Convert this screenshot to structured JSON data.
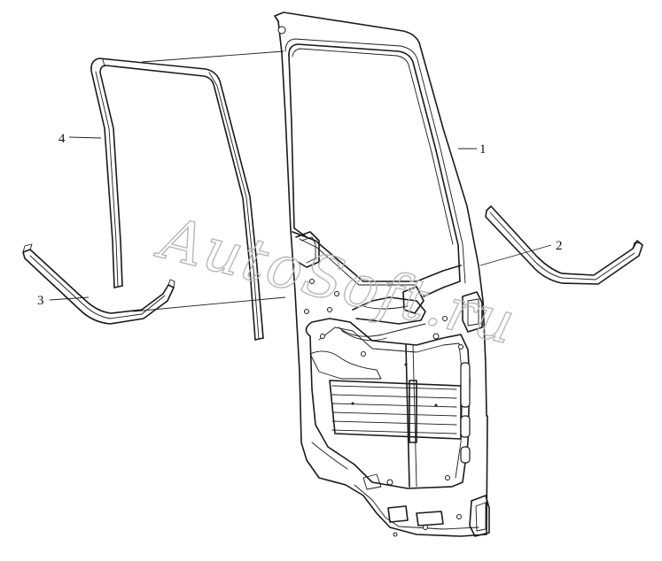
{
  "watermark": "AutoSoft.ru",
  "callouts": [
    {
      "id": "1",
      "label": "1"
    },
    {
      "id": "2",
      "label": "2"
    },
    {
      "id": "3",
      "label": "3"
    },
    {
      "id": "4",
      "label": "4"
    }
  ],
  "colors": {
    "line": "#1a1a1a",
    "watermark": "#b8b8b8",
    "background": "#ffffff"
  }
}
